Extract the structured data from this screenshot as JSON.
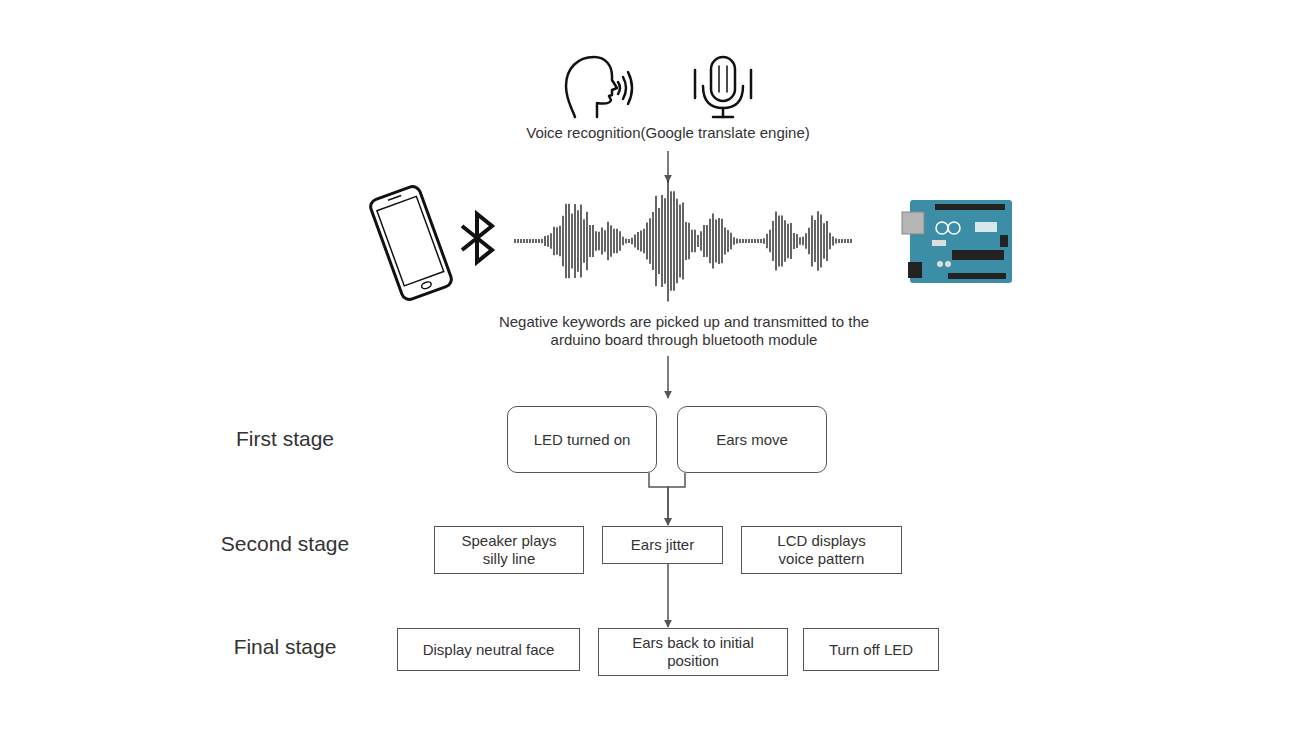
{
  "diagram": {
    "nodes": [
      {
        "text": [
          "LED turned on"
        ]
      },
      {
        "text": [
          "Ears move"
        ]
      },
      {
        "text": [
          "Speaker plays silly line"
        ]
      },
      {
        "text": [
          "Ears jitter"
        ]
      },
      {
        "text": [
          "LCD displays voice pattern"
        ]
      },
      {
        "text": [
          "Display neutral face"
        ]
      },
      {
        "text": [
          "Ears back to initial position"
        ]
      },
      {
        "text": [
          "Turn off LED"
        ]
      }
    ],
    "edges": [
      {
        "from": 0,
        "to": 3,
        "arrow": "to"
      },
      {
        "from": 1,
        "to": 3,
        "arrow": "to"
      },
      {
        "from": 3,
        "to": 6,
        "arrow": "to"
      }
    ],
    "labels": [
      "Voice recognition(Google translate engine)",
      "Negative keywords are picked up and transmitted to the arduino board through bluetooth module",
      "First stage",
      "Second stage",
      "Final stage"
    ]
  }
}
